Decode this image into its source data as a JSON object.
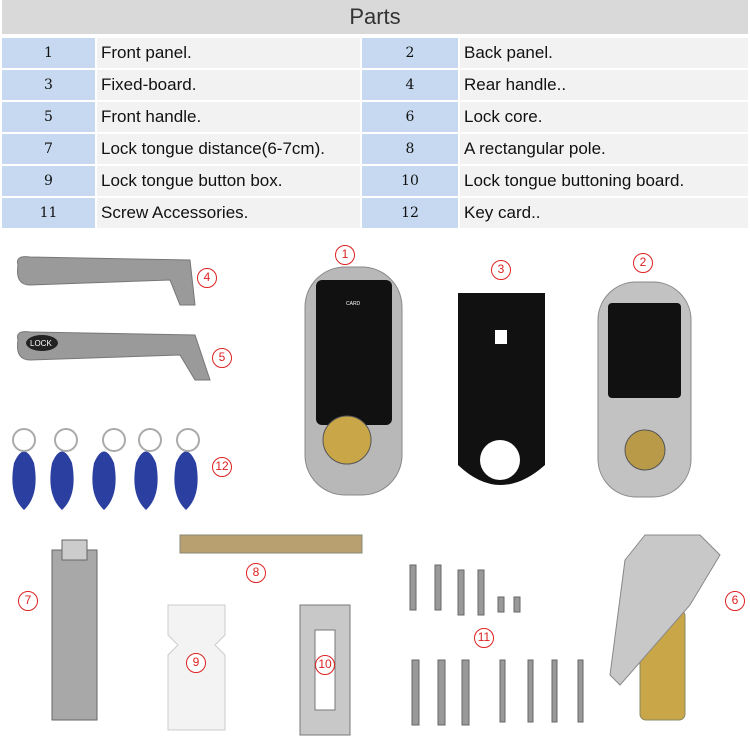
{
  "title": "Parts",
  "rows": [
    {
      "n1": "1",
      "d1": "Front panel.",
      "n2": "2",
      "d2": "Back panel."
    },
    {
      "n1": "3",
      "d1": "Fixed-board.",
      "n2": "4",
      "d2": "Rear handle.."
    },
    {
      "n1": "5",
      "d1": "Front handle.",
      "n2": "6",
      "d2": "Lock core."
    },
    {
      "n1": "7",
      "d1": "Lock tongue distance(6-7cm).",
      "n2": "8",
      "d2": "A rectangular pole."
    },
    {
      "n1": "9",
      "d1": "Lock tongue button box.",
      "n2": "10",
      "d2": "Lock tongue buttoning board."
    },
    {
      "n1": "11",
      "d1": "Screw Accessories.",
      "n2": "12",
      "d2": "Key card.."
    }
  ],
  "photo": {
    "lock_label": "LOCK",
    "card_label": "CARD",
    "markers": [
      "1",
      "2",
      "3",
      "4",
      "5",
      "6",
      "7",
      "8",
      "9",
      "10",
      "11",
      "12"
    ]
  }
}
